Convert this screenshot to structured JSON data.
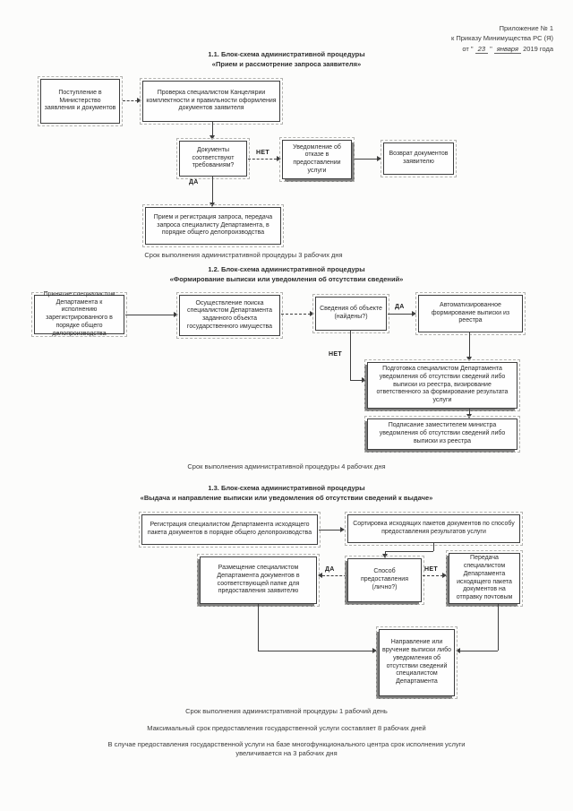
{
  "header": {
    "line1": "Приложение № 1",
    "line2": "к Приказу Минимущества РС (Я)",
    "date": {
      "prefix": "от \" ",
      "day": "23",
      "mid": " \" ",
      "month": "января",
      "suffix": " 2019 года"
    }
  },
  "labels": {
    "yes": "ДА",
    "no": "НЕТ"
  },
  "sections": {
    "s1": {
      "title_line1": "1.1. Блок-схема административной процедуры",
      "title_line2": "«Прием и рассмотрение запроса заявителя»",
      "caption": "Срок выполнения административной процедуры 3 рабочих дня"
    },
    "s2": {
      "title_line1": "1.2. Блок-схема административной процедуры",
      "title_line2": "«Формирование выписки или уведомления об отсутствии сведений»",
      "caption": "Срок выполнения административной процедуры 4 рабочих дня"
    },
    "s3": {
      "title_line1": "1.3. Блок-схема административной процедуры",
      "title_line2": "«Выдача и направление выписки или уведомления об отсутствии сведений к выдаче»",
      "caption": "Срок выполнения административной процедуры 1 рабочий день"
    }
  },
  "nodes": {
    "n1": "Поступление в Министерство заявления и документов",
    "n2": "Проверка специалистом Канцелярии комплектности и правильности оформления документов заявителя",
    "n3": "Документы соответствуют требованиям?",
    "n4": "Уведомление об отказе в предоставлении услуги",
    "n5": "Возврат документов заявителю",
    "n6": "Прием и регистрация запроса, передача запроса специалисту Департамента, в порядке общего делопроизводства",
    "n7": "Принятие специалистом Департамента к исполнению зарегистрированного в порядке общего делопроизводства",
    "n8": "Осуществление поиска специалистом Департамента заданного объекта государственного имущества",
    "n9": "Сведения об объекте (найдены?)",
    "n10": "Автоматизированное формирование выписки из реестра",
    "n11": "Подготовка специалистом Департамента уведомления об отсутствии сведений либо выписки из реестра, визирование ответственного за формирование результата услуги",
    "n12": "Подписание заместителем министра уведомления об отсутствии сведений либо выписки из реестра",
    "n13": "Регистрация специалистом Департамента исходящего пакета документов в порядке общего делопроизводства",
    "n14": "Сортировка исходящих пакетов документов по способу предоставления результатов услуги",
    "n15": "Размещение специалистом Департамента  документов в соответствующей папке для предоставления заявителю",
    "n16": "Способ предоставления (лично?)",
    "n17": "Передача специалистом Департамента исходящего пакета документов на отправку почтовым",
    "n18": "Направление или вручение выписки либо уведомления об отсутствии сведений специалистом Департамента"
  },
  "footer": {
    "line1": "Максимальный срок предоставления государственной услуги составляет 8 рабочих дней",
    "line2": "В случае предоставления государственной услуги на базе многофункционального центра срок исполнения услуги увеличивается на 3 рабочих дня"
  }
}
